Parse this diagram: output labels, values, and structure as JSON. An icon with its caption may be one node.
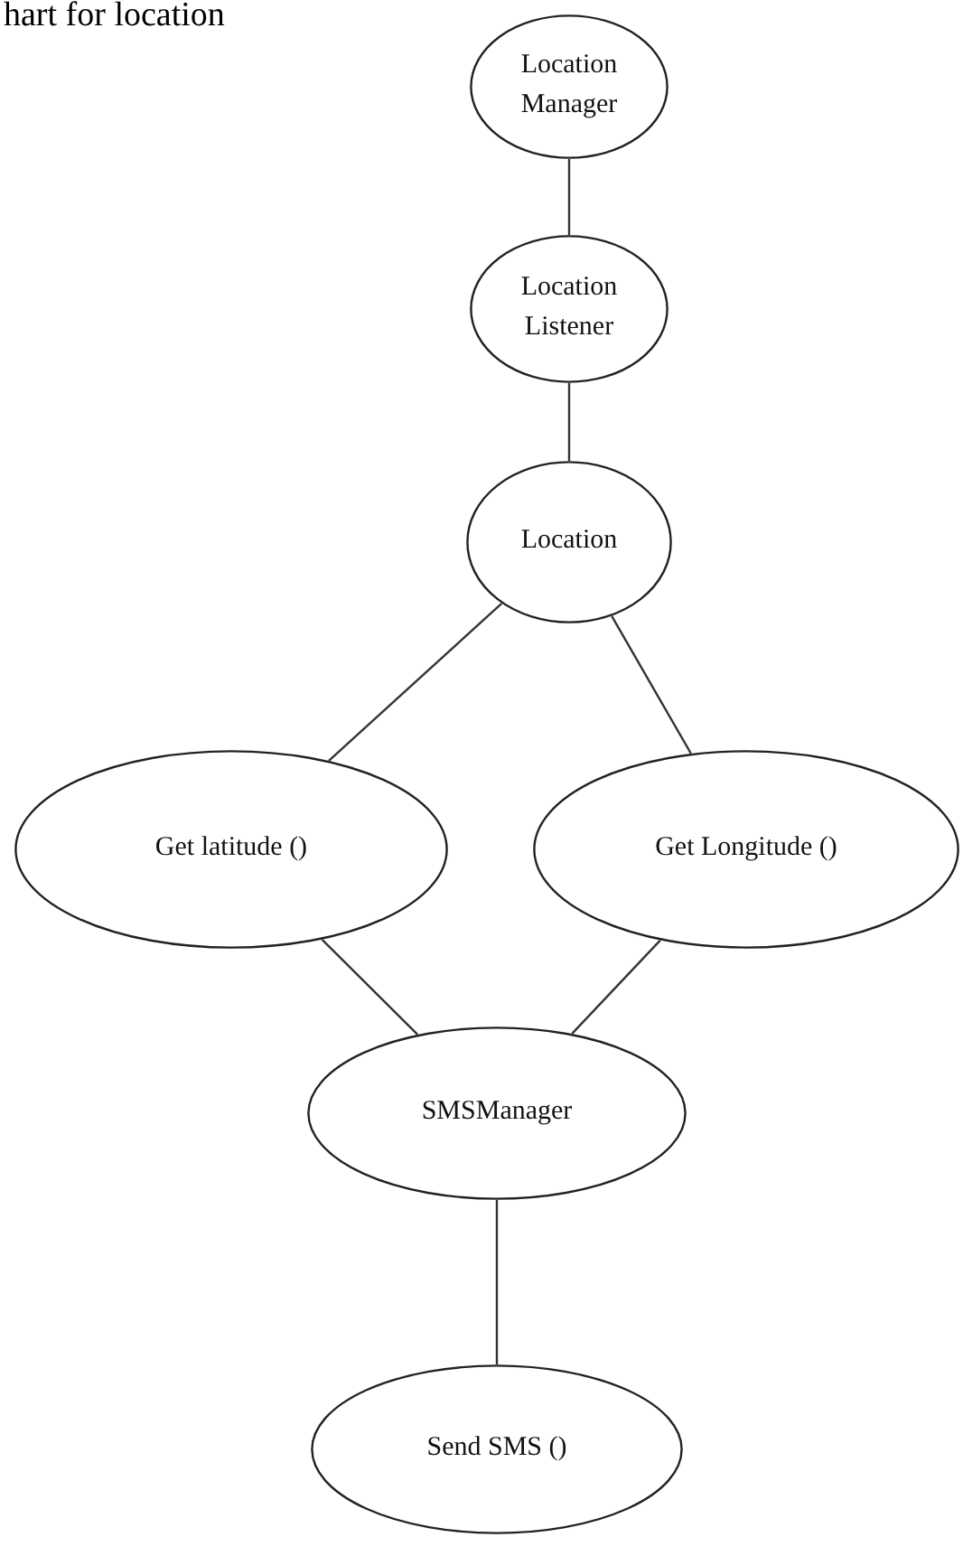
{
  "diagram": {
    "nodes": [
      {
        "text": [
          "Location Manager"
        ]
      },
      {
        "text": [
          "Location Listener"
        ]
      },
      {
        "text": [
          "Location"
        ]
      },
      {
        "text": [
          "Get latitude ()"
        ]
      },
      {
        "text": [
          "Get Longitude ()"
        ]
      },
      {
        "text": [
          "SMSManager"
        ]
      },
      {
        "text": [
          "Send SMS ()"
        ]
      }
    ],
    "edges": [
      {
        "from": 0,
        "to": 1,
        "arrow": "none"
      },
      {
        "from": 1,
        "to": 2,
        "arrow": "none"
      },
      {
        "from": 2,
        "to": 3,
        "arrow": "none"
      },
      {
        "from": 2,
        "to": 4,
        "arrow": "none"
      },
      {
        "from": 3,
        "to": 5,
        "arrow": "none"
      },
      {
        "from": 4,
        "to": 5,
        "arrow": "none"
      },
      {
        "from": 5,
        "to": 6,
        "arrow": "none"
      }
    ],
    "labels": [
      "hart for location"
    ]
  }
}
